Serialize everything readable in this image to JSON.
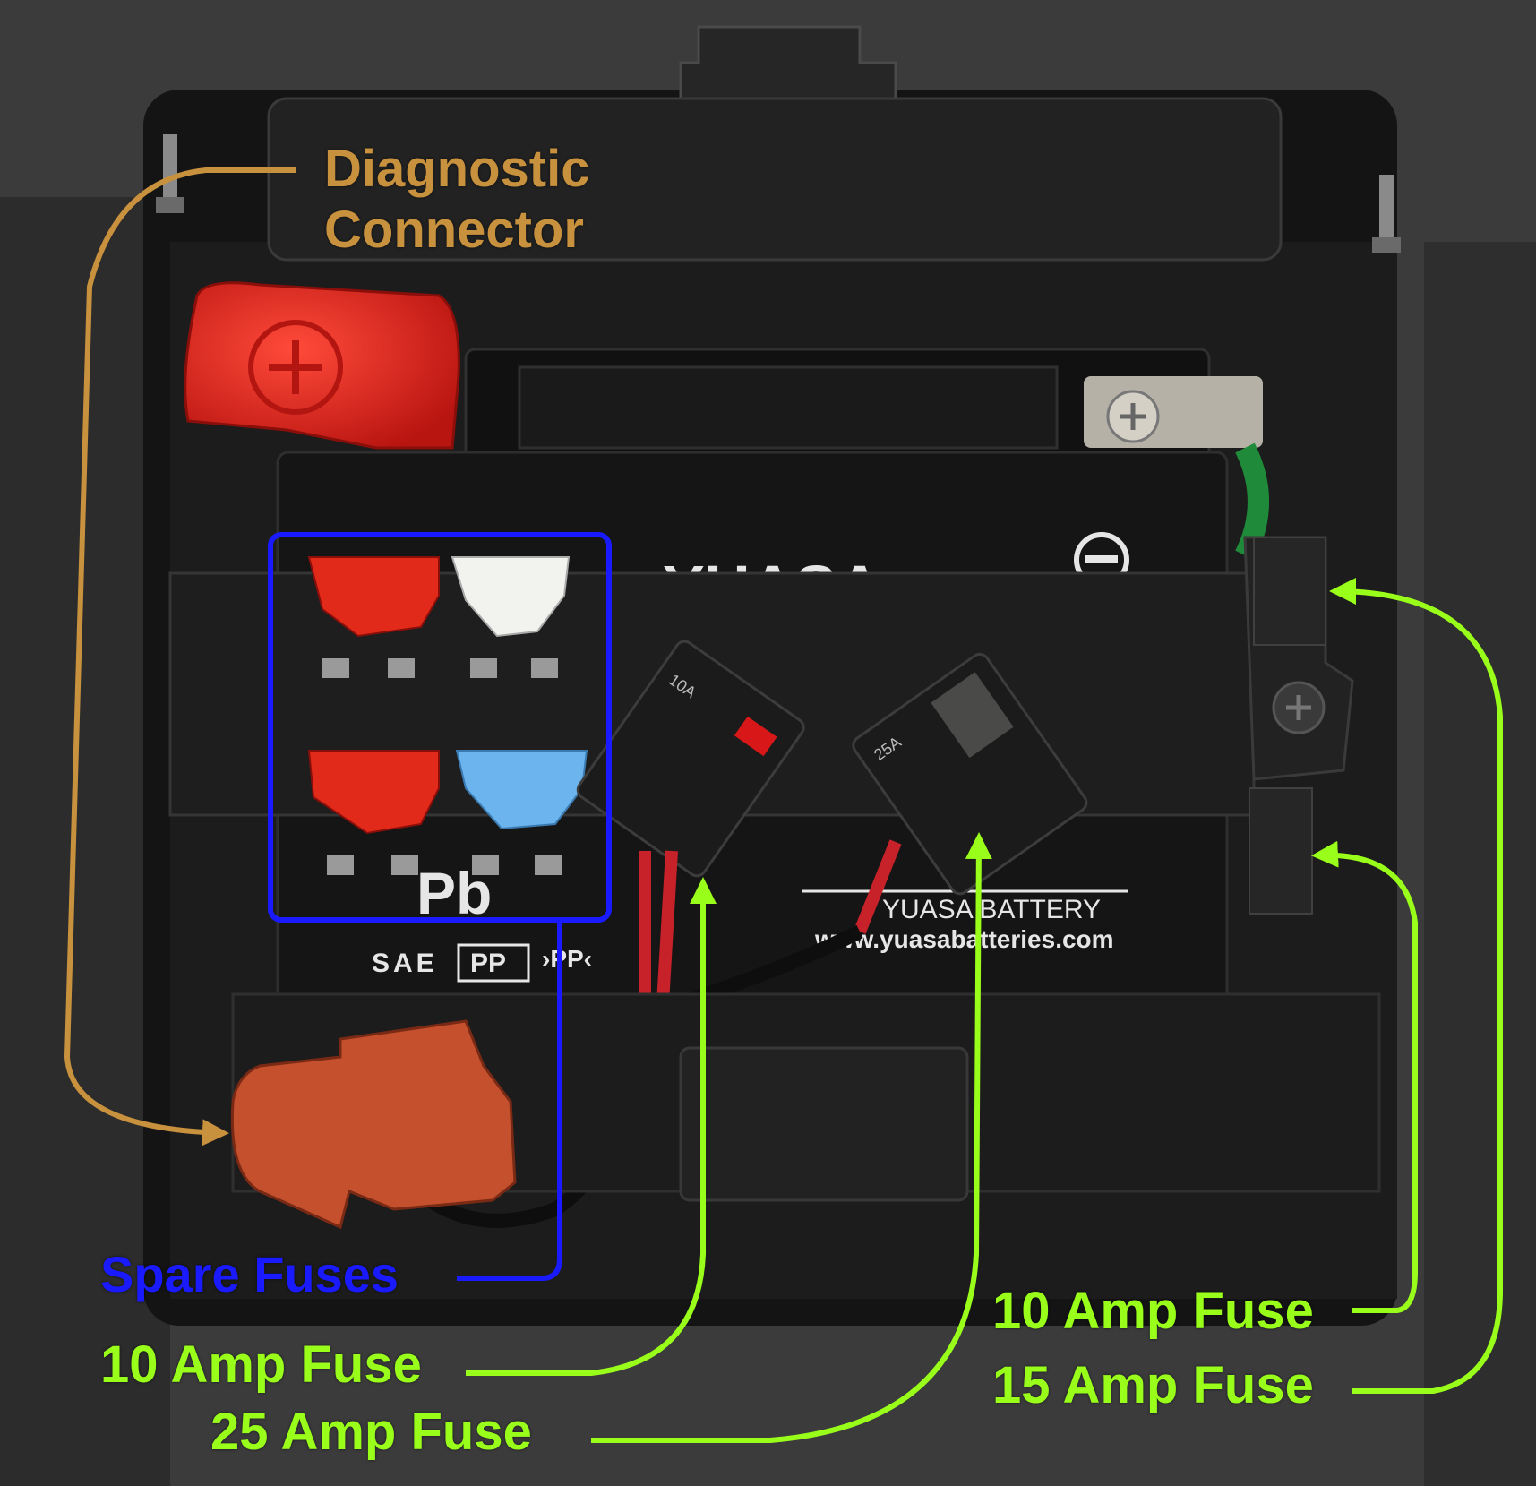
{
  "labels": {
    "diagnostic_line1": "Diagnostic",
    "diagnostic_line2": "Connector",
    "spare_fuses": "Spare Fuses",
    "fuse_10a_left": "10 Amp Fuse",
    "fuse_25a": "25 Amp Fuse",
    "fuse_10a_right": "10 Amp Fuse",
    "fuse_15a": "15 Amp Fuse"
  },
  "battery": {
    "brand": "YUASA",
    "chemistry_mark": "Pb",
    "sae_mark": "SAE",
    "pp_mark": "PP",
    "pp_mark2": "›PP‹",
    "brand_line": "YUASA BATTERY",
    "website": "www.yuasabatteries.com",
    "fuse_rating_a": "10A",
    "fuse_rating_b": "25A"
  },
  "colors": {
    "diagnostic_annotation": "#c8913e",
    "spare_annotation": "#1a1aff",
    "fuse_annotation": "#99ff1a",
    "positive_cap": "#e0281e",
    "diag_cap": "#c4502e",
    "fuse_red": "#e12a1a",
    "fuse_white": "#f2f2ee",
    "fuse_blue": "#6cb4ee"
  },
  "icons": {
    "positive": "plus-terminal-icon",
    "negative": "minus-terminal-icon"
  }
}
